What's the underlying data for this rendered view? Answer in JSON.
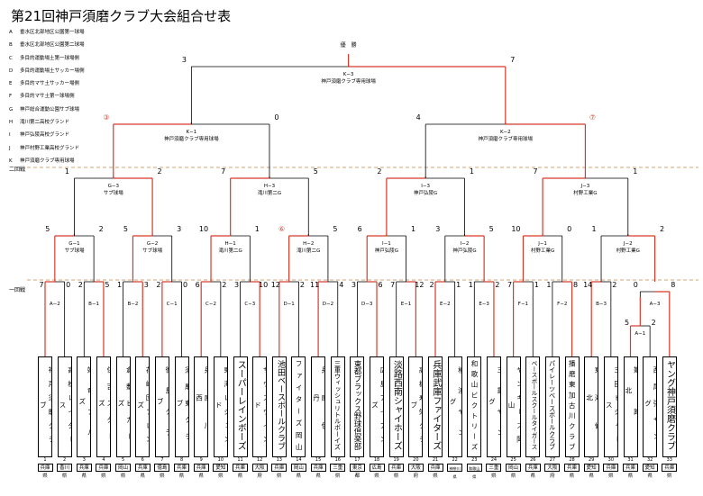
{
  "title": "第21回神戸須磨クラブ大会組合せ表",
  "venues": [
    {
      "code": "A",
      "name": "垂水区北部地区公園第一球場"
    },
    {
      "code": "B",
      "name": "垂水区北部地区公園第二球場"
    },
    {
      "code": "C",
      "name": "多目的運動場土第一球場側"
    },
    {
      "code": "D",
      "name": "多目的運動場土サッカー場側"
    },
    {
      "code": "E",
      "name": "多目的マサ土サッカー場側"
    },
    {
      "code": "F",
      "name": "多目的マサ土第一球場側"
    },
    {
      "code": "G",
      "name": "神戸総合運動公園サブ球場"
    },
    {
      "code": "H",
      "name": "滝川第二高校グランド"
    },
    {
      "code": "I",
      "name": "神戸弘陵高校グランド"
    },
    {
      "code": "J",
      "name": "神戸村野工業高校グランド"
    },
    {
      "code": "K",
      "name": "神戸須磨クラブ専用球場"
    }
  ],
  "labels": {
    "final": "優　勝",
    "round2": "二回戦",
    "round1": "一回戦"
  },
  "matches": {
    "final": {
      "code": "K−3",
      "venue": "神戸須磨クラブ専用球場",
      "left": "3",
      "right": "7"
    },
    "k1": {
      "code": "K−1",
      "venue": "神戸須磨クラブ専用球場",
      "left": "③",
      "right": "0"
    },
    "k2": {
      "code": "K−2",
      "venue": "神戸須磨クラブ専用球場",
      "left": "4",
      "right": "⑦"
    },
    "g3": {
      "code": "G−3",
      "venue": "サブ球場",
      "left": "1",
      "right": "2"
    },
    "h3": {
      "code": "H−3",
      "venue": "滝川第二G",
      "left": "7",
      "right": "5"
    },
    "i3": {
      "code": "I−3",
      "venue": "神戸弘陵G",
      "left": "2",
      "right": "1"
    },
    "j3": {
      "code": "J−3",
      "venue": "村野工業G",
      "left": "7",
      "right": "1"
    },
    "g1": {
      "code": "G−1",
      "venue": "サブ球場",
      "left": "5",
      "right": "2"
    },
    "g2": {
      "code": "G−2",
      "venue": "サブ球場",
      "left": "5",
      "right": "3"
    },
    "h1": {
      "code": "H−1",
      "venue": "滝川第二G",
      "left": "10",
      "right": "1"
    },
    "h2": {
      "code": "H−2",
      "venue": "滝川第二G",
      "left": "⑥",
      "right": "5"
    },
    "i1": {
      "code": "I−1",
      "venue": "神戸弘陵G",
      "left": "6",
      "right": "1"
    },
    "i2": {
      "code": "I−2",
      "venue": "神戸弘陵G",
      "left": "3",
      "right": "5"
    },
    "j1": {
      "code": "J−1",
      "venue": "村野工業G",
      "left": "10",
      "right": "0"
    },
    "j2": {
      "code": "J−2",
      "venue": "村野工業G",
      "left": "1",
      "right": "2"
    },
    "a1": {
      "code": "A−1",
      "left": "5",
      "right": "2"
    },
    "r1": [
      {
        "code": "A−2",
        "left": "7",
        "right": "0"
      },
      {
        "code": "B−1",
        "left": "2",
        "right": "5"
      },
      {
        "code": "B−2",
        "left": "1",
        "right": "3"
      },
      {
        "code": "C−1",
        "left": "2",
        "right": "0"
      },
      {
        "code": "C−2",
        "left": "6",
        "right": "2"
      },
      {
        "code": "C−3",
        "left": "3",
        "right": "10"
      },
      {
        "code": "D−1",
        "left": "12",
        "right": "2"
      },
      {
        "code": "D−2",
        "left": "11",
        "right": "4"
      },
      {
        "code": "D−3",
        "left": "3",
        "right": "6"
      },
      {
        "code": "E−1",
        "left": "7",
        "right": "12"
      },
      {
        "code": "E−2",
        "left": "2",
        "right": "1"
      },
      {
        "code": "E−3",
        "left": "1",
        "right": "2"
      },
      {
        "code": "F−1",
        "left": "7",
        "right": "1"
      },
      {
        "code": "F−2",
        "left": "1",
        "right": "8"
      },
      {
        "code": "B−3",
        "left": "14",
        "right": "2"
      },
      {
        "code": "A−3",
        "left": "0",
        "right": "8"
      }
    ]
  },
  "teams": [
    {
      "num": "1",
      "name": "神戸須磨クラブ",
      "pref": "兵庫県"
    },
    {
      "num": "2",
      "name": "高松レイダース",
      "pref": "香川県"
    },
    {
      "num": "3",
      "name": "姫竜ブルズ",
      "pref": "兵庫県"
    },
    {
      "num": "4",
      "name": "住吉スターズ",
      "pref": "兵庫県"
    },
    {
      "num": "5",
      "name": "倉敷ビガーズ",
      "pref": "岡山県"
    },
    {
      "num": "6",
      "name": "花崎団フレンズ",
      "pref": "兵庫県"
    },
    {
      "num": "7",
      "name": "徳島クラブ",
      "pref": "徳島県"
    },
    {
      "num": "8",
      "name": "須磨東クラブ",
      "pref": "兵庫県"
    },
    {
      "num": "9",
      "name": "兵庫川西",
      "pref": "兵庫県"
    },
    {
      "num": "10",
      "name": "東海レジェンド",
      "pref": "愛知県"
    },
    {
      "num": "11",
      "name": "スーパーレインボーズ",
      "pref": "兵庫県"
    },
    {
      "num": "12",
      "name": "サウスウインド",
      "pref": "大阪府"
    },
    {
      "num": "13",
      "name": "池田ベースボールクラブ",
      "pref": "兵庫県"
    },
    {
      "num": "14",
      "name": "ファイターズ岡山",
      "pref": "岡山県"
    },
    {
      "num": "15",
      "name": "兵庫伊丹",
      "pref": "兵庫県"
    },
    {
      "num": "16",
      "name": "三重ウィッシュリトルボーイズ",
      "pref": "三重県"
    },
    {
      "num": "17",
      "name": "東都ブラックス野球倶楽部",
      "pref": "東京都"
    },
    {
      "num": "18",
      "name": "広島アイアンズ",
      "pref": "広島県"
    },
    {
      "num": "19",
      "name": "淡路西南シャイホーズ",
      "pref": "兵庫県"
    },
    {
      "num": "20",
      "name": "高槻寿栄クラブ",
      "pref": "大阪府"
    },
    {
      "num": "21",
      "name": "兵庫武庫ファイターズ",
      "pref": "兵庫県"
    },
    {
      "num": "22",
      "name": "横浜ヤング",
      "pref": "神奈川県"
    },
    {
      "num": "23",
      "name": "和歌山ビクトリーズ",
      "pref": "和歌山県"
    },
    {
      "num": "24",
      "name": "三重ヤング",
      "pref": "三重県"
    },
    {
      "num": "25",
      "name": "ヤンキース岡山",
      "pref": "岡山県"
    },
    {
      "num": "26",
      "name": "ベースボールスクールタイガース",
      "pref": "兵庫県"
    },
    {
      "num": "27",
      "name": "パイレーツベースボールクラブ",
      "pref": "大阪府"
    },
    {
      "num": "28",
      "name": "播磨東加古川クラブ",
      "pref": "兵庫県"
    },
    {
      "num": "29",
      "name": "東海仙北",
      "pref": "愛知県"
    },
    {
      "num": "30",
      "name": "三田ドジャース",
      "pref": "兵庫県"
    },
    {
      "num": "31",
      "name": "姫路北",
      "pref": "兵庫県"
    },
    {
      "num": "32",
      "name": "西尾張ヤング",
      "pref": "愛知県"
    },
    {
      "num": "33",
      "name": "ヤング神戸須磨クラブ",
      "pref": "兵庫県"
    }
  ]
}
